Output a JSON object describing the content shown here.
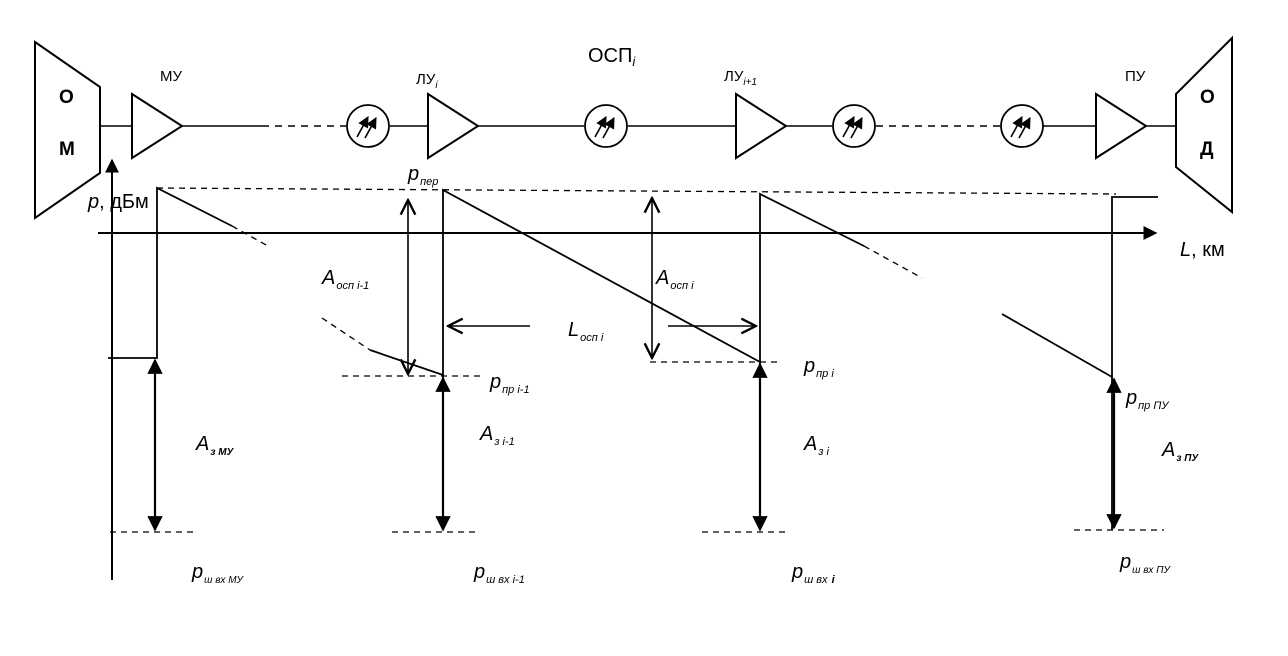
{
  "blocks": {
    "transmitter": {
      "line1": "О",
      "line2": "М"
    },
    "receiver": {
      "line1": "О",
      "line2": "Д"
    },
    "booster_amp": "МУ",
    "line_amp_i": {
      "base": "ЛУ",
      "index": "i"
    },
    "line_amp_next": {
      "base": "ЛУ",
      "index": "i+1"
    },
    "preamp": "ПУ",
    "section": {
      "base": "ОСП",
      "index": "i"
    }
  },
  "axes": {
    "y": {
      "var": "p",
      "unit": ", дБм"
    },
    "x": {
      "var": "L",
      "unit": ", км"
    }
  },
  "labels": {
    "p_tx": {
      "base": "p",
      "sub": "пер"
    },
    "a_section_prev": {
      "base": "А",
      "sub": "осп i-1"
    },
    "a_section_i": {
      "base": "А",
      "sub": "осп i"
    },
    "l_section_i": {
      "base": "L",
      "sub": "осп i"
    },
    "p_rx_prev": {
      "base": "p",
      "sub": "пр i-1"
    },
    "p_rx_i": {
      "base": "p",
      "sub": "пр i"
    },
    "p_rx_preamp": {
      "base": "p",
      "sub": "пр ПУ"
    },
    "a_margin_booster": {
      "base": "А",
      "sub": "з МУ"
    },
    "a_margin_prev": {
      "base": "А",
      "sub": "з i-1"
    },
    "a_margin_i": {
      "base": "А",
      "sub": "з i"
    },
    "a_margin_preamp": {
      "base": "А",
      "sub": "з ПУ"
    },
    "p_noise_booster": {
      "base": "p",
      "sub": "ш вх МУ"
    },
    "p_noise_prev": {
      "base": "p",
      "sub": "ш вх i-1"
    },
    "p_noise_i": {
      "base": "p",
      "sub": "ш вх ",
      "sub_bold": "i"
    },
    "p_noise_preamp": {
      "base": "p",
      "sub": "ш вх ПУ"
    }
  }
}
